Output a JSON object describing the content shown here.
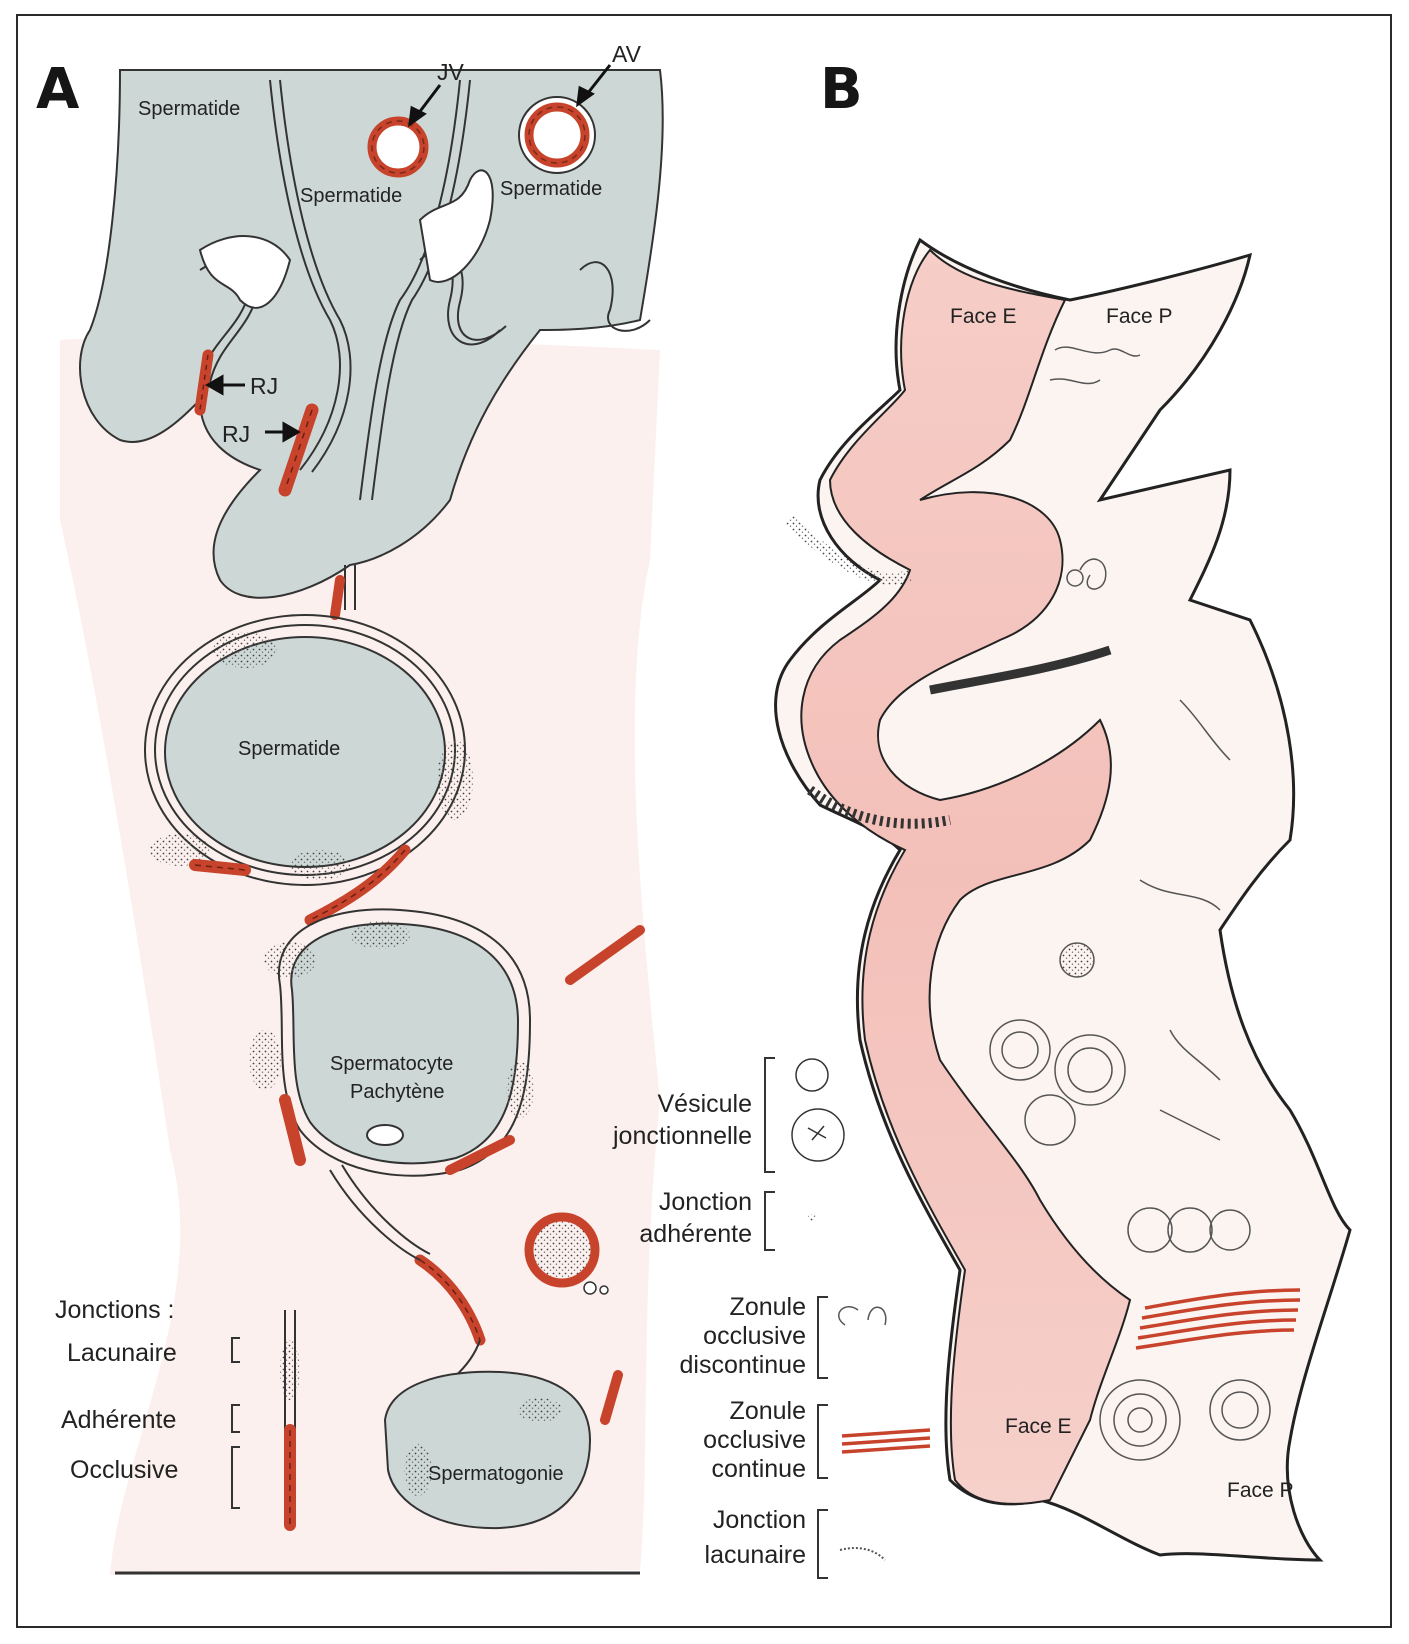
{
  "panels": {
    "a": "A",
    "b": "B"
  },
  "panel_a": {
    "cells": {
      "spermatide_1": "Spermatide",
      "spermatide_2": "Spermatide",
      "spermatide_3": "Spermatide",
      "spermatide_round": "Spermatide",
      "spermatocyte_line1": "Spermatocyte",
      "spermatocyte_line2": "Pachytène",
      "spermatogonie": "Spermatogonie"
    },
    "arrows": {
      "jv": "JV",
      "av": "AV",
      "rj_1": "RJ",
      "rj_2": "RJ"
    },
    "junction_key": {
      "title": "Jonctions :",
      "lacunaire": "Lacunaire",
      "adherente": "Adhérente",
      "occlusive": "Occlusive"
    }
  },
  "legend": {
    "vesicule_line1": "Vésicule",
    "vesicule_line2": "jonctionnelle",
    "jonction_adherente_line1": "Jonction",
    "jonction_adherente_line2": "adhérente",
    "zonule_disc_line1": "Zonule",
    "zonule_disc_line2": "occlusive",
    "zonule_disc_line3": "discontinue",
    "zonule_cont_line1": "Zonule",
    "zonule_cont_line2": "occlusive",
    "zonule_cont_line3": "continue",
    "jonction_lacunaire_line1": "Jonction",
    "jonction_lacunaire_line2": "lacunaire"
  },
  "panel_b": {
    "face_e_top": "Face E",
    "face_p_top": "Face P",
    "face_e_bottom": "Face E",
    "face_p_bottom": "Face P"
  },
  "colors": {
    "junction_red": "#c8432b",
    "cell_gray": "#cdd7d5",
    "background_pink": "#fbf1ee",
    "face_e_pink": "#f4c6c0",
    "face_p_cream": "#fbf5f1"
  }
}
